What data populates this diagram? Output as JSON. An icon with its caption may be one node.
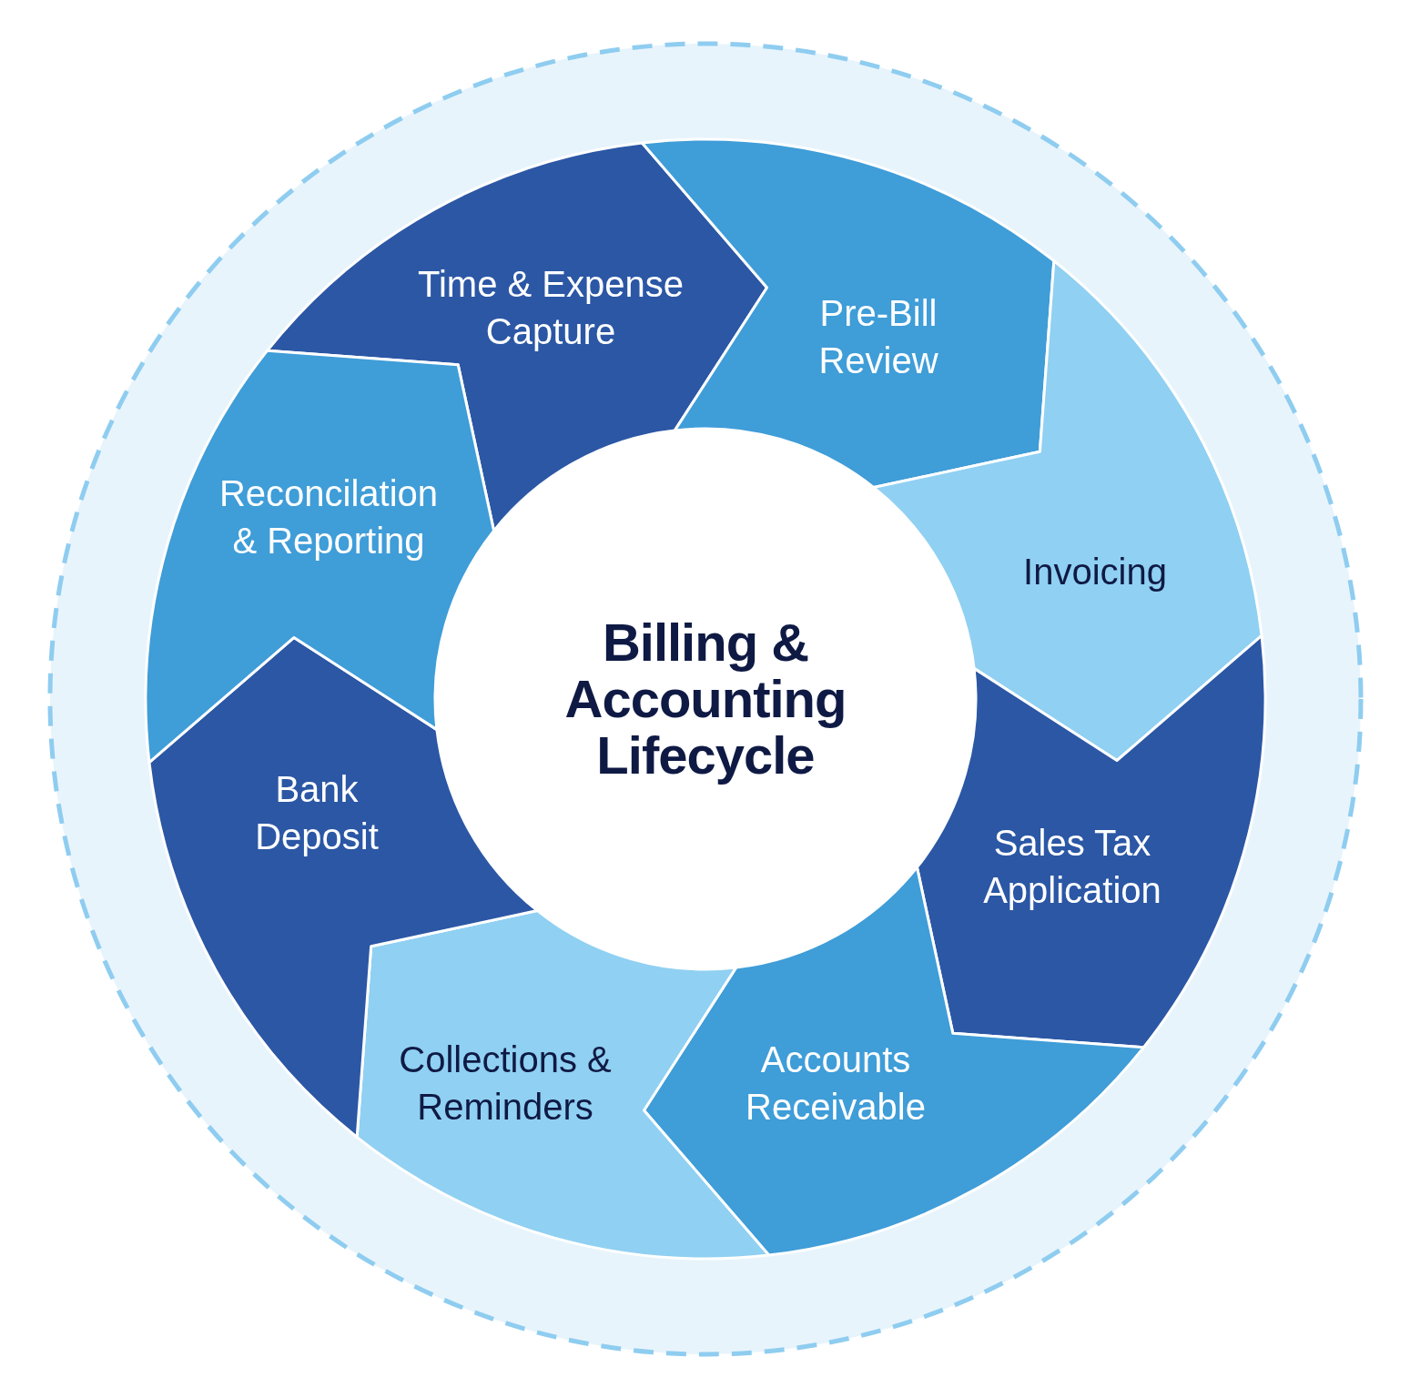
{
  "diagram": {
    "nodes": [
      {
        "text": [
          "Billing & Accounting Lifecycle"
        ]
      },
      {
        "text": [
          "Time & Expense Capture"
        ]
      },
      {
        "text": [
          "Pre-Bill Review"
        ]
      },
      {
        "text": [
          "Invoicing"
        ]
      },
      {
        "text": [
          "Sales Tax Application"
        ]
      },
      {
        "text": [
          "Accounts Receivable"
        ]
      },
      {
        "text": [
          "Collections & Reminders"
        ]
      },
      {
        "text": [
          "Bank Deposit"
        ]
      },
      {
        "text": [
          "Reconcilation & Reporting"
        ]
      }
    ]
  }
}
